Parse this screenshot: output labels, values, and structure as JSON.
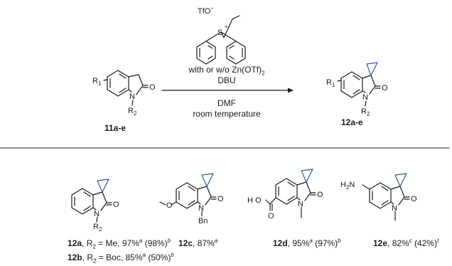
{
  "reagent": {
    "counterion": "TfO",
    "counterion_charge": "−",
    "sulfur": "S",
    "sulfur_charge": "+"
  },
  "conditions": {
    "line1": "with or w/o Zn(OTf)",
    "line1_sub": "2",
    "line2": "DBU",
    "line3": "DMF",
    "line4": "room temperature"
  },
  "starting_material": {
    "label": "11a-e",
    "R1": "R",
    "R1_sub": "1",
    "N": "N",
    "R2": "R",
    "R2_sub": "2",
    "O": "O"
  },
  "product": {
    "label": "12a-e",
    "R1": "R",
    "R1_sub": "1",
    "N": "N",
    "R2": "R",
    "R2_sub": "2",
    "O": "O"
  },
  "examples": {
    "a": {
      "N": "N",
      "O": "O",
      "R2": "R",
      "R2_sub": "2",
      "id": "12a",
      "text_pre": ", R",
      "text_sub": "2",
      "text_mid": " = Me, 97%",
      "sup1": "a",
      "text_post": " (98%)",
      "sup2": "b"
    },
    "b": {
      "id": "12b",
      "text_pre": ", R",
      "text_sub": "2",
      "text_mid": " = Boc, 85%",
      "sup1": "a",
      "text_post": " (50%)",
      "sup2": "b"
    },
    "c": {
      "N": "N",
      "O": "O",
      "OMe_O": "O",
      "Bn": "Bn",
      "id": "12c",
      "text_mid": ", 87%",
      "sup1": "a"
    },
    "d": {
      "N": "N",
      "O": "O",
      "HO": "H O",
      "id": "12d",
      "text_mid": ", 95%",
      "sup1": "a",
      "text_post": " (97%)",
      "sup2": "b"
    },
    "e": {
      "N": "N",
      "O": "O",
      "H2N": "H",
      "H2N_sub": "2",
      "H2N_N": "N",
      "id": "12e",
      "text_mid": ", 82%",
      "sup1": "c",
      "text_post": " (42%)",
      "sup2": "t"
    }
  },
  "colors": {
    "cyclopropane": "#2e5aa8",
    "ink": "#1a1a1a"
  }
}
